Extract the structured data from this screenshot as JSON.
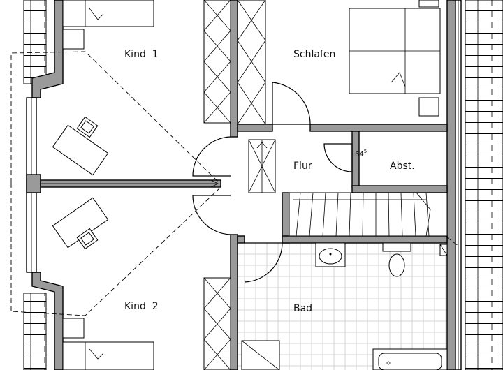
{
  "plan": {
    "rooms": {
      "kind1": "Kind  1",
      "schlafen": "Schlafen",
      "flur": "Flur",
      "abst": "Abst.",
      "kind2": "Kind  2",
      "bad": "Bad"
    },
    "dimension": {
      "value": "64",
      "superscript": "5"
    }
  },
  "colors": {
    "wall_fill": "#9a9a9a",
    "line": "#000000",
    "tile_grid": "#c9c9c9"
  }
}
